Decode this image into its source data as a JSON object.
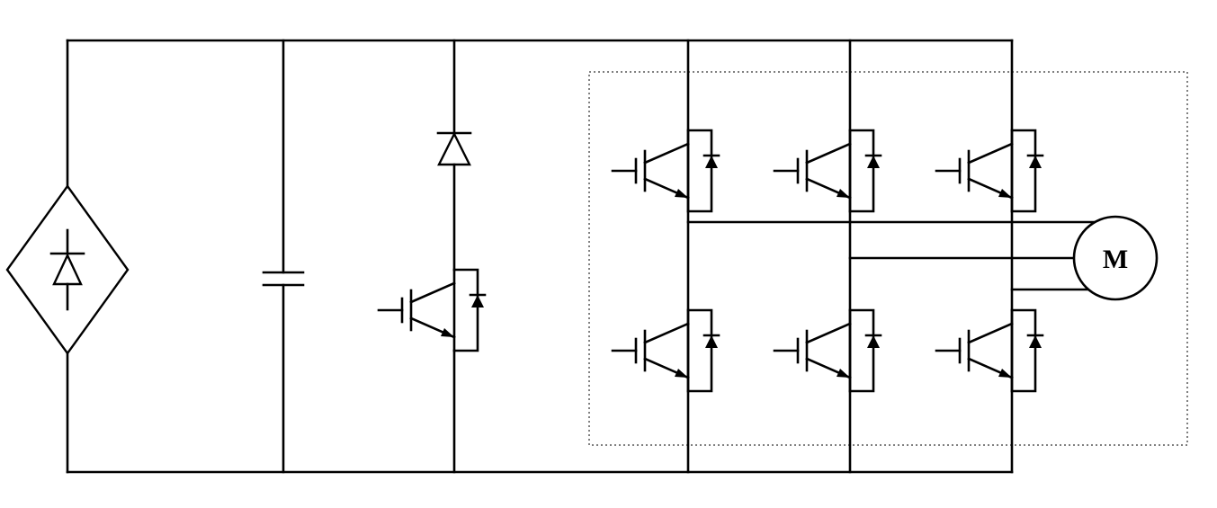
{
  "diagram": {
    "type": "power-electronics-circuit-schematic",
    "motor_label": "M",
    "colors": {
      "line": "#000000",
      "background": "#ffffff"
    },
    "components": [
      {
        "id": "rectifier",
        "symbol": "diode-in-diamond"
      },
      {
        "id": "dc-link-capacitor",
        "symbol": "capacitor"
      },
      {
        "id": "brake-chopper",
        "parts": [
          "diode",
          "igbt-with-antiparallel-diode"
        ]
      },
      {
        "id": "three-phase-inverter",
        "igbt_count": 6,
        "legs": 3,
        "enclosure": "dotted-rectangle"
      },
      {
        "id": "motor",
        "symbol": "circle",
        "label": "M"
      }
    ]
  }
}
